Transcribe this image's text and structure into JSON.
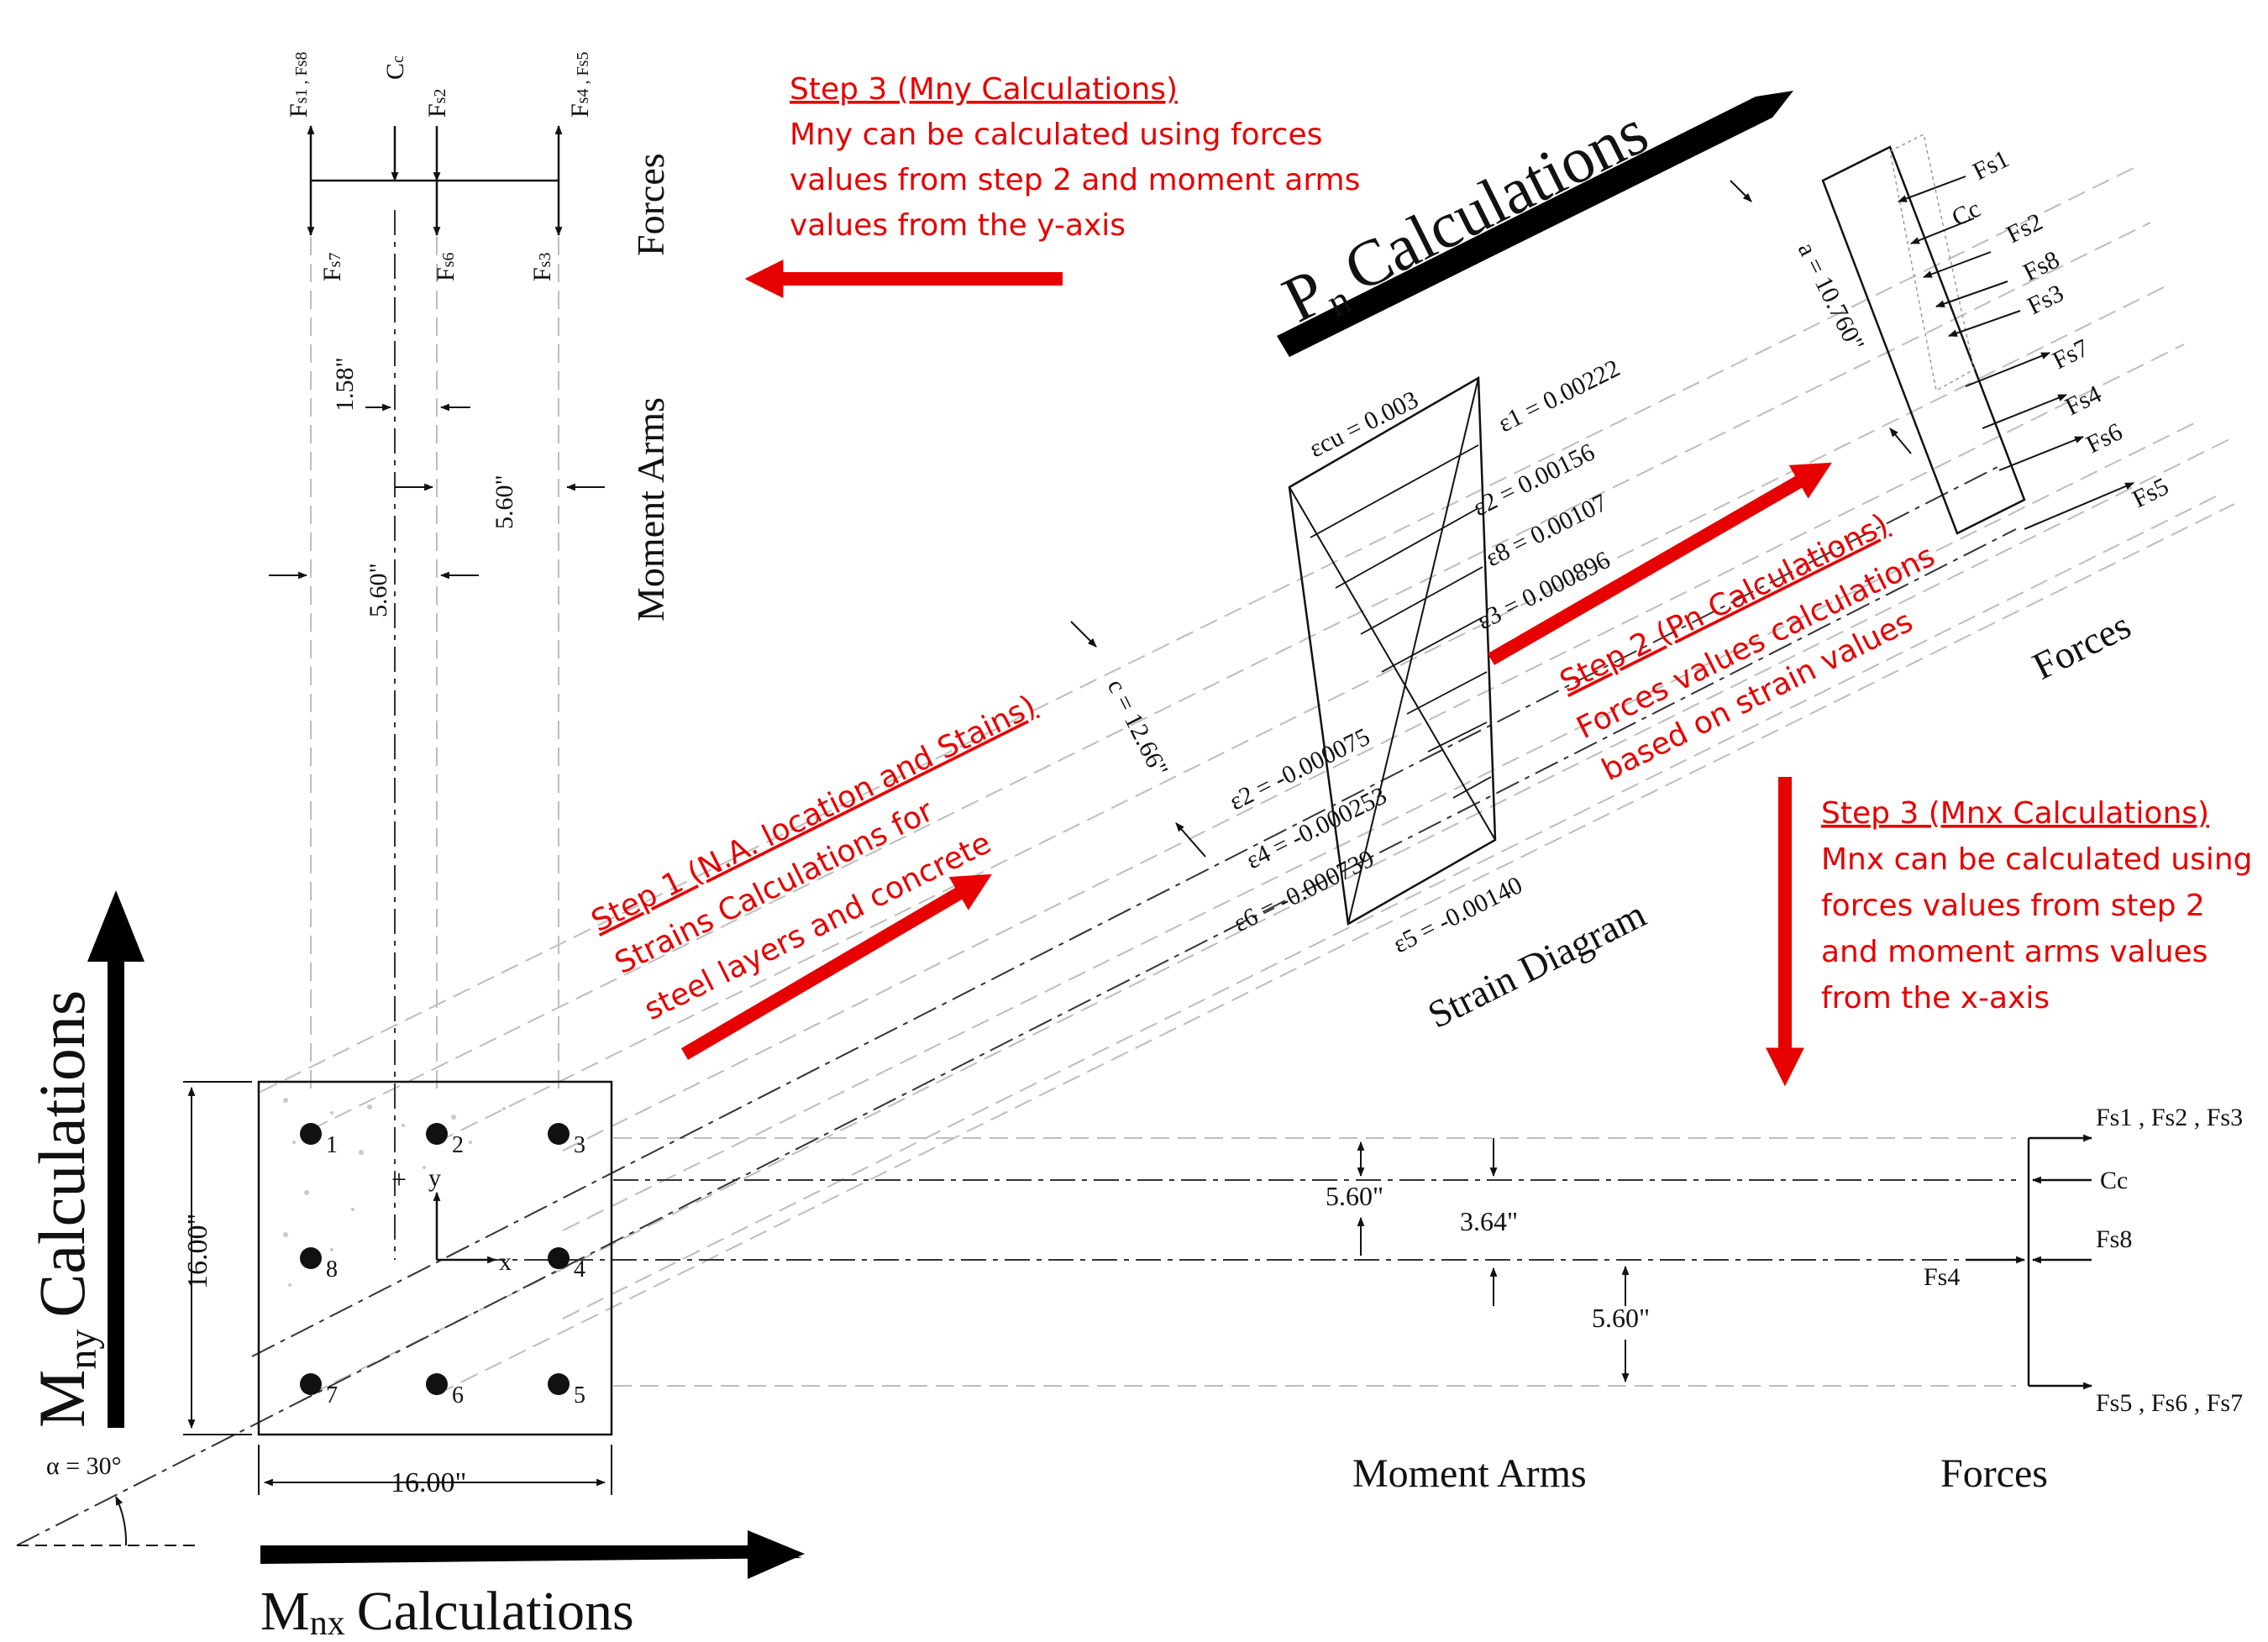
{
  "colors": {
    "ink": "#111111",
    "annotation": "#e60000",
    "guide": "#bdbdbd",
    "arrow_fill": "#000000"
  },
  "headings": {
    "pn": "Calculations",
    "pn_symbol": "P",
    "pn_sub": "n",
    "mny": "Calculations",
    "mny_symbol": "M",
    "mny_sub": "ny",
    "mnx": "Calculations",
    "mnx_symbol": "M",
    "mnx_sub": "nx"
  },
  "section": {
    "width_label": "16.00\"",
    "height_label": "16.00\"",
    "alpha_label": "α = 30°",
    "bars": [
      "1",
      "2",
      "3",
      "4",
      "5",
      "6",
      "7",
      "8"
    ],
    "axis_x": "x",
    "axis_y": "y"
  },
  "top_forces": {
    "up_labels": [
      "F",
      "C",
      "F",
      "F"
    ],
    "up_subs": [
      "s1 , Fs8",
      "c",
      "s2",
      "s4 , Fs5"
    ],
    "down_labels": [
      "F",
      "F",
      "F"
    ],
    "down_subs": [
      "s7",
      "s6",
      "s3"
    ],
    "title": "Forces",
    "arms_title": "Moment Arms",
    "arm_1": "1.58\"",
    "arm_2": "5.60\"",
    "arm_3": "5.60\""
  },
  "strain": {
    "ecu": "εcu = 0.003",
    "e1": "ε1 = 0.00222",
    "e2top": "ε2 = 0.00156",
    "e8": "ε8 = 0.00107",
    "e3": "ε3 = 0.000896",
    "e2": "ε2 = -0.000075",
    "e4": "ε4 = -0.000253",
    "e6": "ε6 = -0.000739",
    "e5": "ε5 = -0.00140",
    "title": "Strain Diagram",
    "c_label": "c = 12.66\"",
    "a_label": "a = 10.760\""
  },
  "diag_forces": {
    "labels": [
      "Fs1",
      "Cc",
      "Fs2",
      "Fs8",
      "Fs3",
      "Fs7",
      "Fs4",
      "Fs6",
      "Fs5"
    ],
    "title": "Forces"
  },
  "right_forces": {
    "top": "Fs1 , Fs2 , Fs3",
    "cc": "Cc",
    "mid": "Fs8",
    "left_mid": "Fs4",
    "bottom": "Fs5 , Fs6 , Fs7",
    "arms_title": "Moment Arms",
    "forces_title": "Forces",
    "arm_1": "5.60\"",
    "arm_2": "3.64\"",
    "arm_3": "5.60\""
  },
  "annotations": {
    "step3y_title": "Step 3 (Mny Calculations)",
    "step3y_l1": "Mny can be calculated using forces",
    "step3y_l2": "values from step 2 and moment arms",
    "step3y_l3": "values from the y-axis",
    "step1_l1": "Step 1 (N.A. location and Stains)",
    "step1_l2": "Strains Calculations for",
    "step1_l3": "steel layers and concrete",
    "step2_l1": "Step 2 (Pn Calculations)",
    "step2_l2": "Forces values calculations",
    "step2_l3": "based on strain values",
    "step3x_title": "Step 3 (Mnx Calculations)",
    "step3x_l1": "Mnx can be calculated using",
    "step3x_l2": "forces values from step 2",
    "step3x_l3": "and moment arms values",
    "step3x_l4": "from the x-axis"
  }
}
